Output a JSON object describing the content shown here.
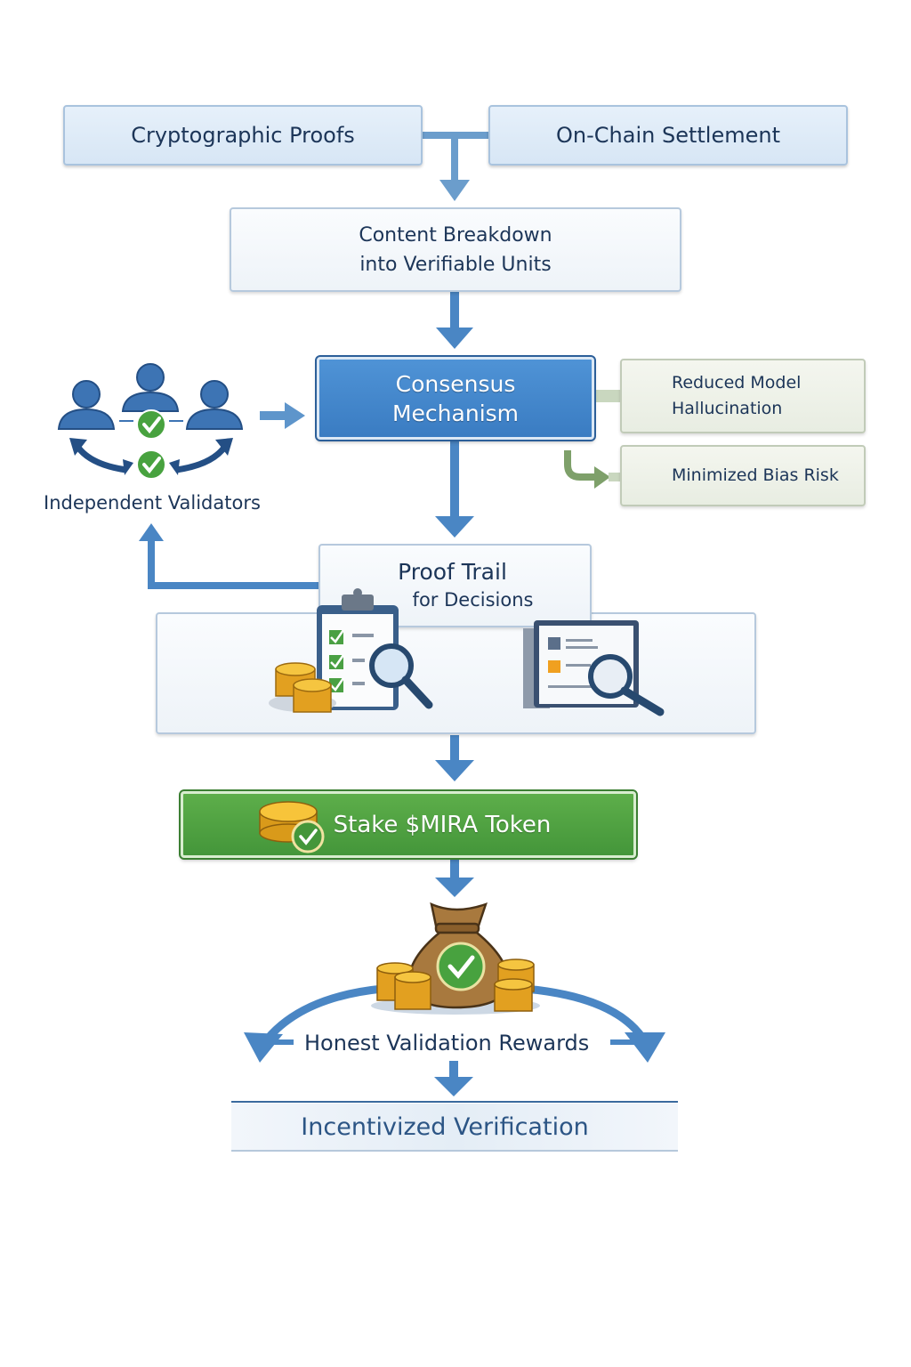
{
  "diagram": {
    "top_left": "Cryptographic Proofs",
    "top_right": "On-Chain Settlement",
    "breakdown": [
      "Content Breakdown",
      "into Verifiable Units"
    ],
    "consensus": [
      "Consensus",
      "Mechanism"
    ],
    "validators_label": "Independent Validators",
    "benefits": [
      {
        "lines": [
          "Reduced Model",
          "Hallucination"
        ],
        "icon": "shield-check-icon"
      },
      {
        "lines": [
          "Minimized Bias Risk"
        ],
        "icon": "shield-check-icon"
      }
    ],
    "proof_trail": [
      "Proof Trail",
      "for Decisions"
    ],
    "stake": "Stake $MIRA Token",
    "rewards": "Honest Validation Rewards",
    "final": "Incentivized Verification"
  },
  "colors": {
    "arrow_blue": "#4a86c4",
    "light_arrow_blue": "#6b9dcc",
    "green": "#4aa043",
    "consensus_blue": "#4a8ccf",
    "dark_text": "#1c3558"
  }
}
